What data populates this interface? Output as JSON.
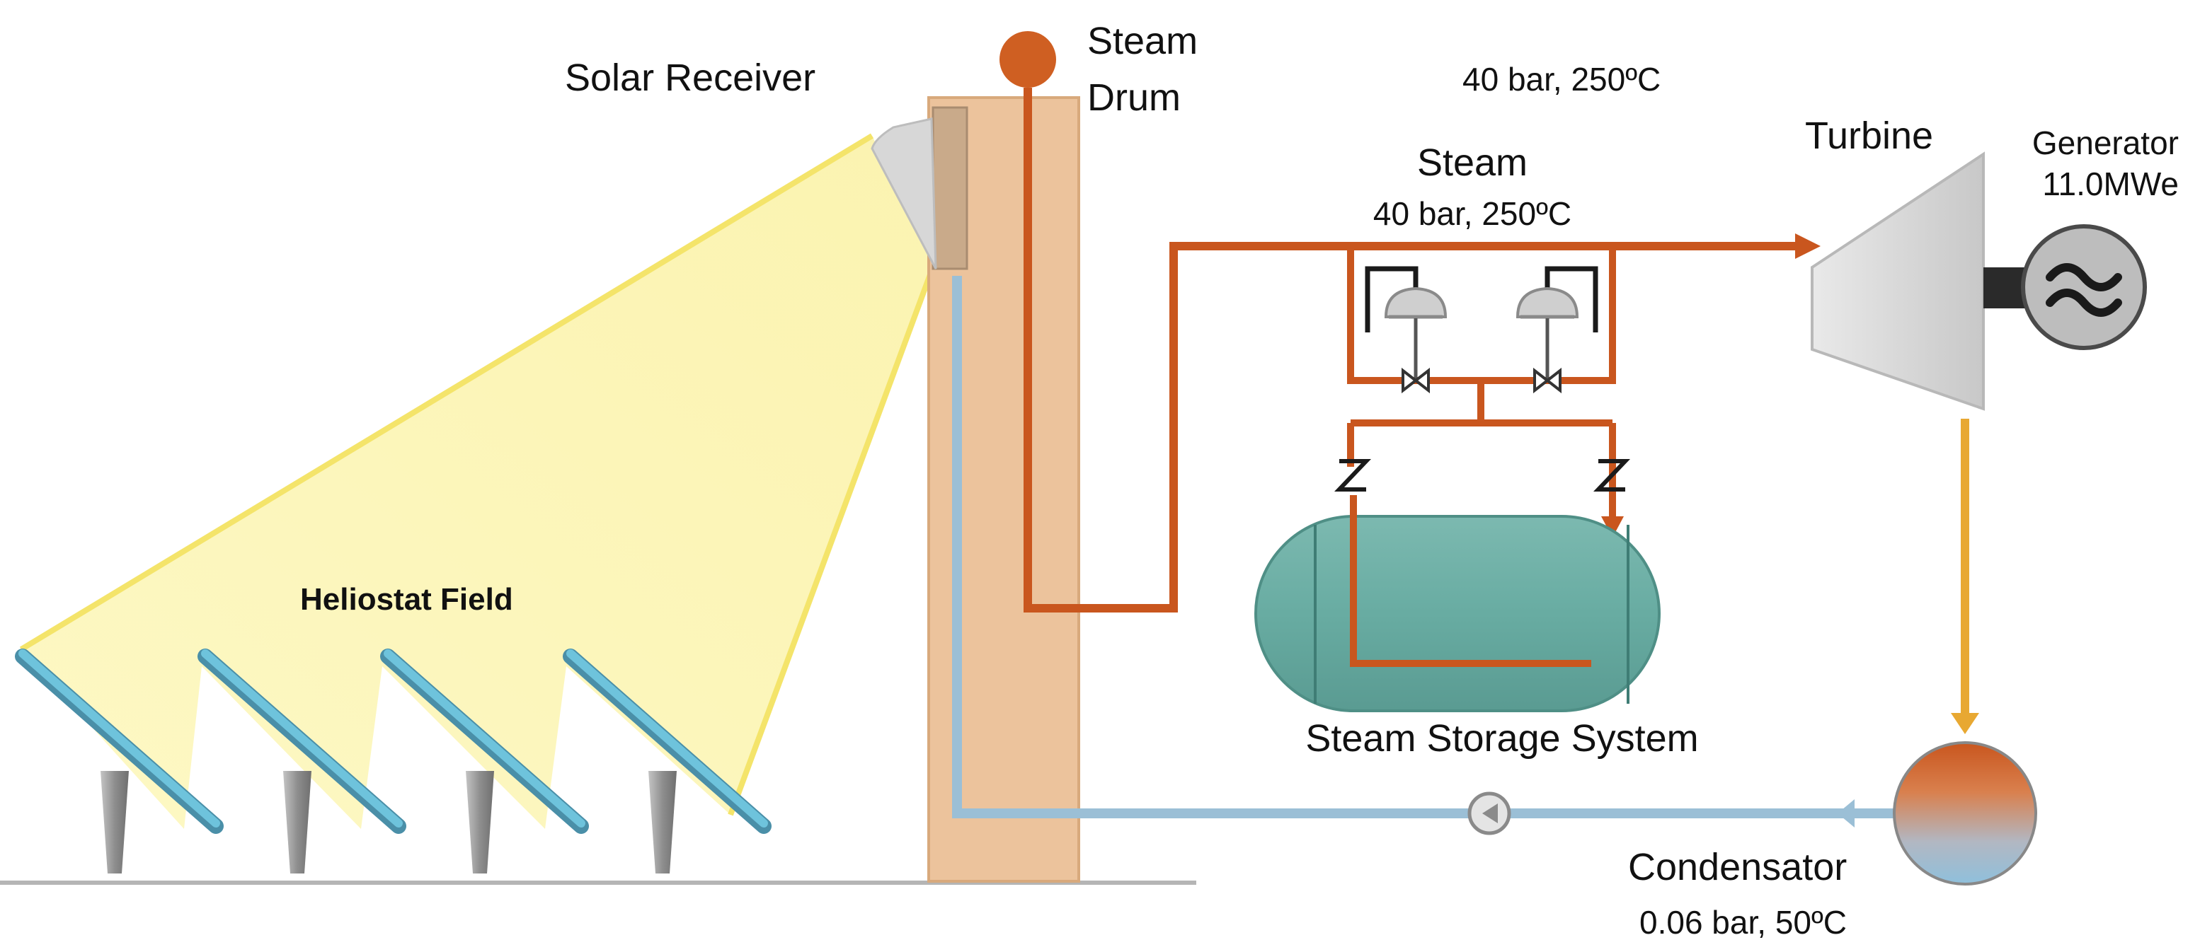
{
  "labels": {
    "solar_receiver": "Solar Receiver",
    "steam_drum_line1": "Steam",
    "steam_drum_line2": "Drum",
    "top_condition": "40 bar, 250ºC",
    "steam_title": "Steam",
    "steam_condition": "40 bar, 250ºC",
    "turbine": "Turbine",
    "generator": "Generator",
    "generator_output": "11.0MWe",
    "heliostat_field": "Heliostat Field",
    "steam_storage": "Steam Storage System",
    "condensator": "Condensator",
    "condensator_condition": "0.06 bar, 50ºC"
  },
  "colors": {
    "steam_pipe": "#c9561e",
    "water_pipe": "#9bbfd6",
    "exhaust_pipe": "#e8a832",
    "tower": "#ecc39c",
    "sunlight": "#fcf6bd",
    "sunlight_edge": "#f4e46a",
    "mirror": "#5fb6cf",
    "storage_tank": "#6aaea4",
    "turbine": "#d9d9d9",
    "generator": "#bdbdbd"
  },
  "icons": {
    "generator_symbol": "tilde-wave-icon",
    "pump_symbol": "pump-icon",
    "valve_symbol": "bowtie-valve-icon",
    "check_valve_symbol": "check-valve-icon"
  }
}
